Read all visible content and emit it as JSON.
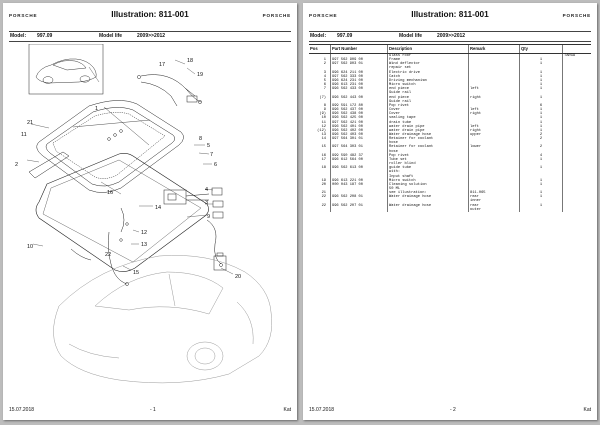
{
  "pages": [
    {
      "brand": "PORSCHE",
      "title": "Illustration: 811-001",
      "model_label": "Model:",
      "model_value": "997.09",
      "model_life_label": "Model life",
      "model_life_value": "2009>>2012",
      "footer_date": "15.07.2018",
      "footer_page": "- 1",
      "footer_right": "Kat",
      "callouts": [
        "1",
        "2",
        "3",
        "4",
        "5",
        "6",
        "7",
        "8",
        "9",
        "10",
        "11",
        "12",
        "13",
        "14",
        "15",
        "16",
        "17",
        "18",
        "19",
        "20",
        "21",
        "22"
      ]
    },
    {
      "brand": "PORSCHE",
      "title": "Illustration: 811-001",
      "model_label": "Model:",
      "model_value": "997.09",
      "model_life_label": "Model life",
      "model_life_value": "2009>>2012",
      "footer_date": "15.07.2018",
      "footer_page": "- 2",
      "footer_right": "Kat"
    }
  ],
  "table": {
    "headers": [
      "Pos",
      "Part Number",
      "Description",
      "Remark",
      "Qty",
      ""
    ],
    "rows": [
      [
        "",
        "",
        "Glass roof",
        "",
        "",
        "TARGA"
      ],
      [
        "1",
        "997 562 909 00",
        "Frame",
        "",
        "1",
        ""
      ],
      [
        "2",
        "997 562 903 01",
        "Wind deflector",
        "",
        "1",
        ""
      ],
      [
        "",
        "",
        "repair set",
        "",
        "",
        ""
      ],
      [
        "3",
        "996 624 211 00",
        "Electric drive",
        "",
        "1",
        ""
      ],
      [
        "4",
        "997 562 333 00",
        "Catch",
        "",
        "1",
        ""
      ],
      [
        "5",
        "996 624 231 00",
        "Driving mechanism",
        "",
        "1",
        ""
      ],
      [
        "6",
        "996 613 231 00",
        "Micro switch",
        "",
        "1",
        ""
      ],
      [
        "7",
        "996 562 433 00",
        "end piece",
        "left",
        "1",
        ""
      ],
      [
        "",
        "",
        "Guide rail",
        "",
        "",
        ""
      ],
      [
        "(7)",
        "996 562 443 00",
        "end piece",
        "right",
        "1",
        ""
      ],
      [
        "",
        "",
        "Guide rail",
        "",
        "",
        ""
      ],
      [
        "8",
        "999 591 172 80",
        "Pop rivet",
        "",
        "6",
        ""
      ],
      [
        "9",
        "996 562 437 00",
        "Cover",
        "left",
        "1",
        ""
      ],
      [
        "(9)",
        "996 562 438 00",
        "Cover",
        "right",
        "1",
        ""
      ],
      [
        "10",
        "996 562 425 00",
        "sealing tape",
        "",
        "1",
        ""
      ],
      [
        "11",
        "997 562 421 00",
        "drain tube",
        "",
        "1",
        ""
      ],
      [
        "12",
        "996 562 401 00",
        "water drain pipe",
        "left",
        "1",
        ""
      ],
      [
        "(12)",
        "996 562 402 00",
        "water drain pipe",
        "right",
        "1",
        ""
      ],
      [
        "13",
        "996 562 403 00",
        "Water drainage hose",
        "upper",
        "2",
        ""
      ],
      [
        "14",
        "997 564 301 01",
        "Retainer for coolant",
        "",
        "2",
        ""
      ],
      [
        "",
        "",
        "hose",
        "",
        "",
        ""
      ],
      [
        "15",
        "997 564 303 01",
        "Retainer for coolant",
        "lower",
        "2",
        ""
      ],
      [
        "",
        "",
        "hose",
        "",
        "",
        ""
      ],
      [
        "16",
        "999 590 482 37",
        "Pop rivet",
        "",
        "4",
        ""
      ],
      [
        "17",
        "996 612 564 00",
        "Tube set",
        "",
        "1",
        ""
      ],
      [
        "",
        "",
        "roller blind",
        "",
        "",
        ""
      ],
      [
        "18",
        "996 562 613 00",
        "guide tube",
        "",
        "1",
        ""
      ],
      [
        "",
        "",
        "with:",
        "",
        "",
        ""
      ],
      [
        "",
        "",
        "Input shaft",
        "",
        "",
        ""
      ],
      [
        "19",
        "996 613 221 00",
        "Micro switch",
        "",
        "1",
        ""
      ],
      [
        "20",
        "000 043 187 00",
        "Cleaning solution",
        "",
        "1",
        ""
      ],
      [
        "",
        "",
        "50 ML",
        "",
        "",
        ""
      ],
      [
        "21",
        "",
        "see illustration:",
        "811-065",
        "1",
        ""
      ],
      [
        "22",
        "996 562 208 01",
        "Water drainage hose",
        "rear",
        "1",
        ""
      ],
      [
        "",
        "",
        "",
        "inner",
        "",
        ""
      ],
      [
        "22",
        "996 562 207 01",
        "Water drainage hose",
        "rear",
        "1",
        ""
      ],
      [
        "",
        "",
        "",
        "outer",
        "",
        ""
      ]
    ]
  }
}
